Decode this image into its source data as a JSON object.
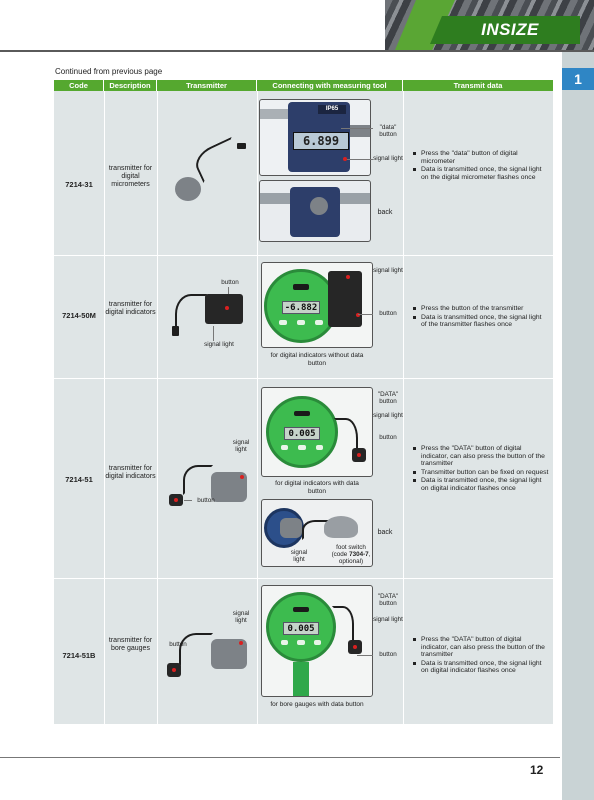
{
  "header": {
    "logo": "INSIZE"
  },
  "side_tab": "1",
  "continued": "Continued from previous page",
  "table": {
    "columns": [
      "Code",
      "Description",
      "Transmitter",
      "Connecting with measuring tool",
      "Transmit data"
    ],
    "rows": [
      {
        "code": "7214-31",
        "description": "transmitter for digital micrometers",
        "transmitter_labels": [],
        "conn_labels": [
          "\"data\" button",
          "signal light",
          "back"
        ],
        "lcd": "6.899",
        "ip": "IP65",
        "caption": "",
        "bullets": [
          "Press the \"data\" button of digital micrometer",
          "Data is transmitted once, the signal light on the digital micrometer flashes once"
        ]
      },
      {
        "code": "7214-50M",
        "description": "transmitter for digital indicators",
        "transmitter_labels": [
          "button",
          "signal light"
        ],
        "conn_labels": [
          "signal light",
          "button"
        ],
        "lcd": "-6.882",
        "caption": "for digital indicators without data button",
        "bullets": [
          "Press the button of the transmitter",
          "Data is transmitted once, the signal light of the transmitter flashes once"
        ]
      },
      {
        "code": "7214-51",
        "description": "transmitter for digital indicators",
        "transmitter_labels": [
          "signal light",
          "button"
        ],
        "conn_labels": [
          "\"DATA\" button",
          "signal light",
          "button",
          "back",
          "signal light"
        ],
        "foot_switch": "foot switch (code ",
        "foot_switch_code": "7304-7",
        "foot_switch_tail": ", optional)",
        "lcd": "0.005",
        "caption": "for digital indicators with data button",
        "bullets": [
          "Press the \"DATA\" button of digital indicator, can also press the button of the transmitter",
          "Transmitter button can be fixed on request",
          "Data is transmitted once, the signal light on digital indicator flashes once"
        ]
      },
      {
        "code": "7214-51B",
        "description": "transmitter for bore gauges",
        "transmitter_labels": [
          "signal light",
          "button"
        ],
        "conn_labels": [
          "\"DATA\" button",
          "signal light",
          "button"
        ],
        "lcd": "0.005",
        "caption": "for bore gauges with data button",
        "bullets": [
          "Press the \"DATA\" button of digital indicator, can also press the button of the transmitter",
          "Data is transmitted once, the signal light on digital indicator flashes once"
        ]
      }
    ]
  },
  "page_number": "12"
}
